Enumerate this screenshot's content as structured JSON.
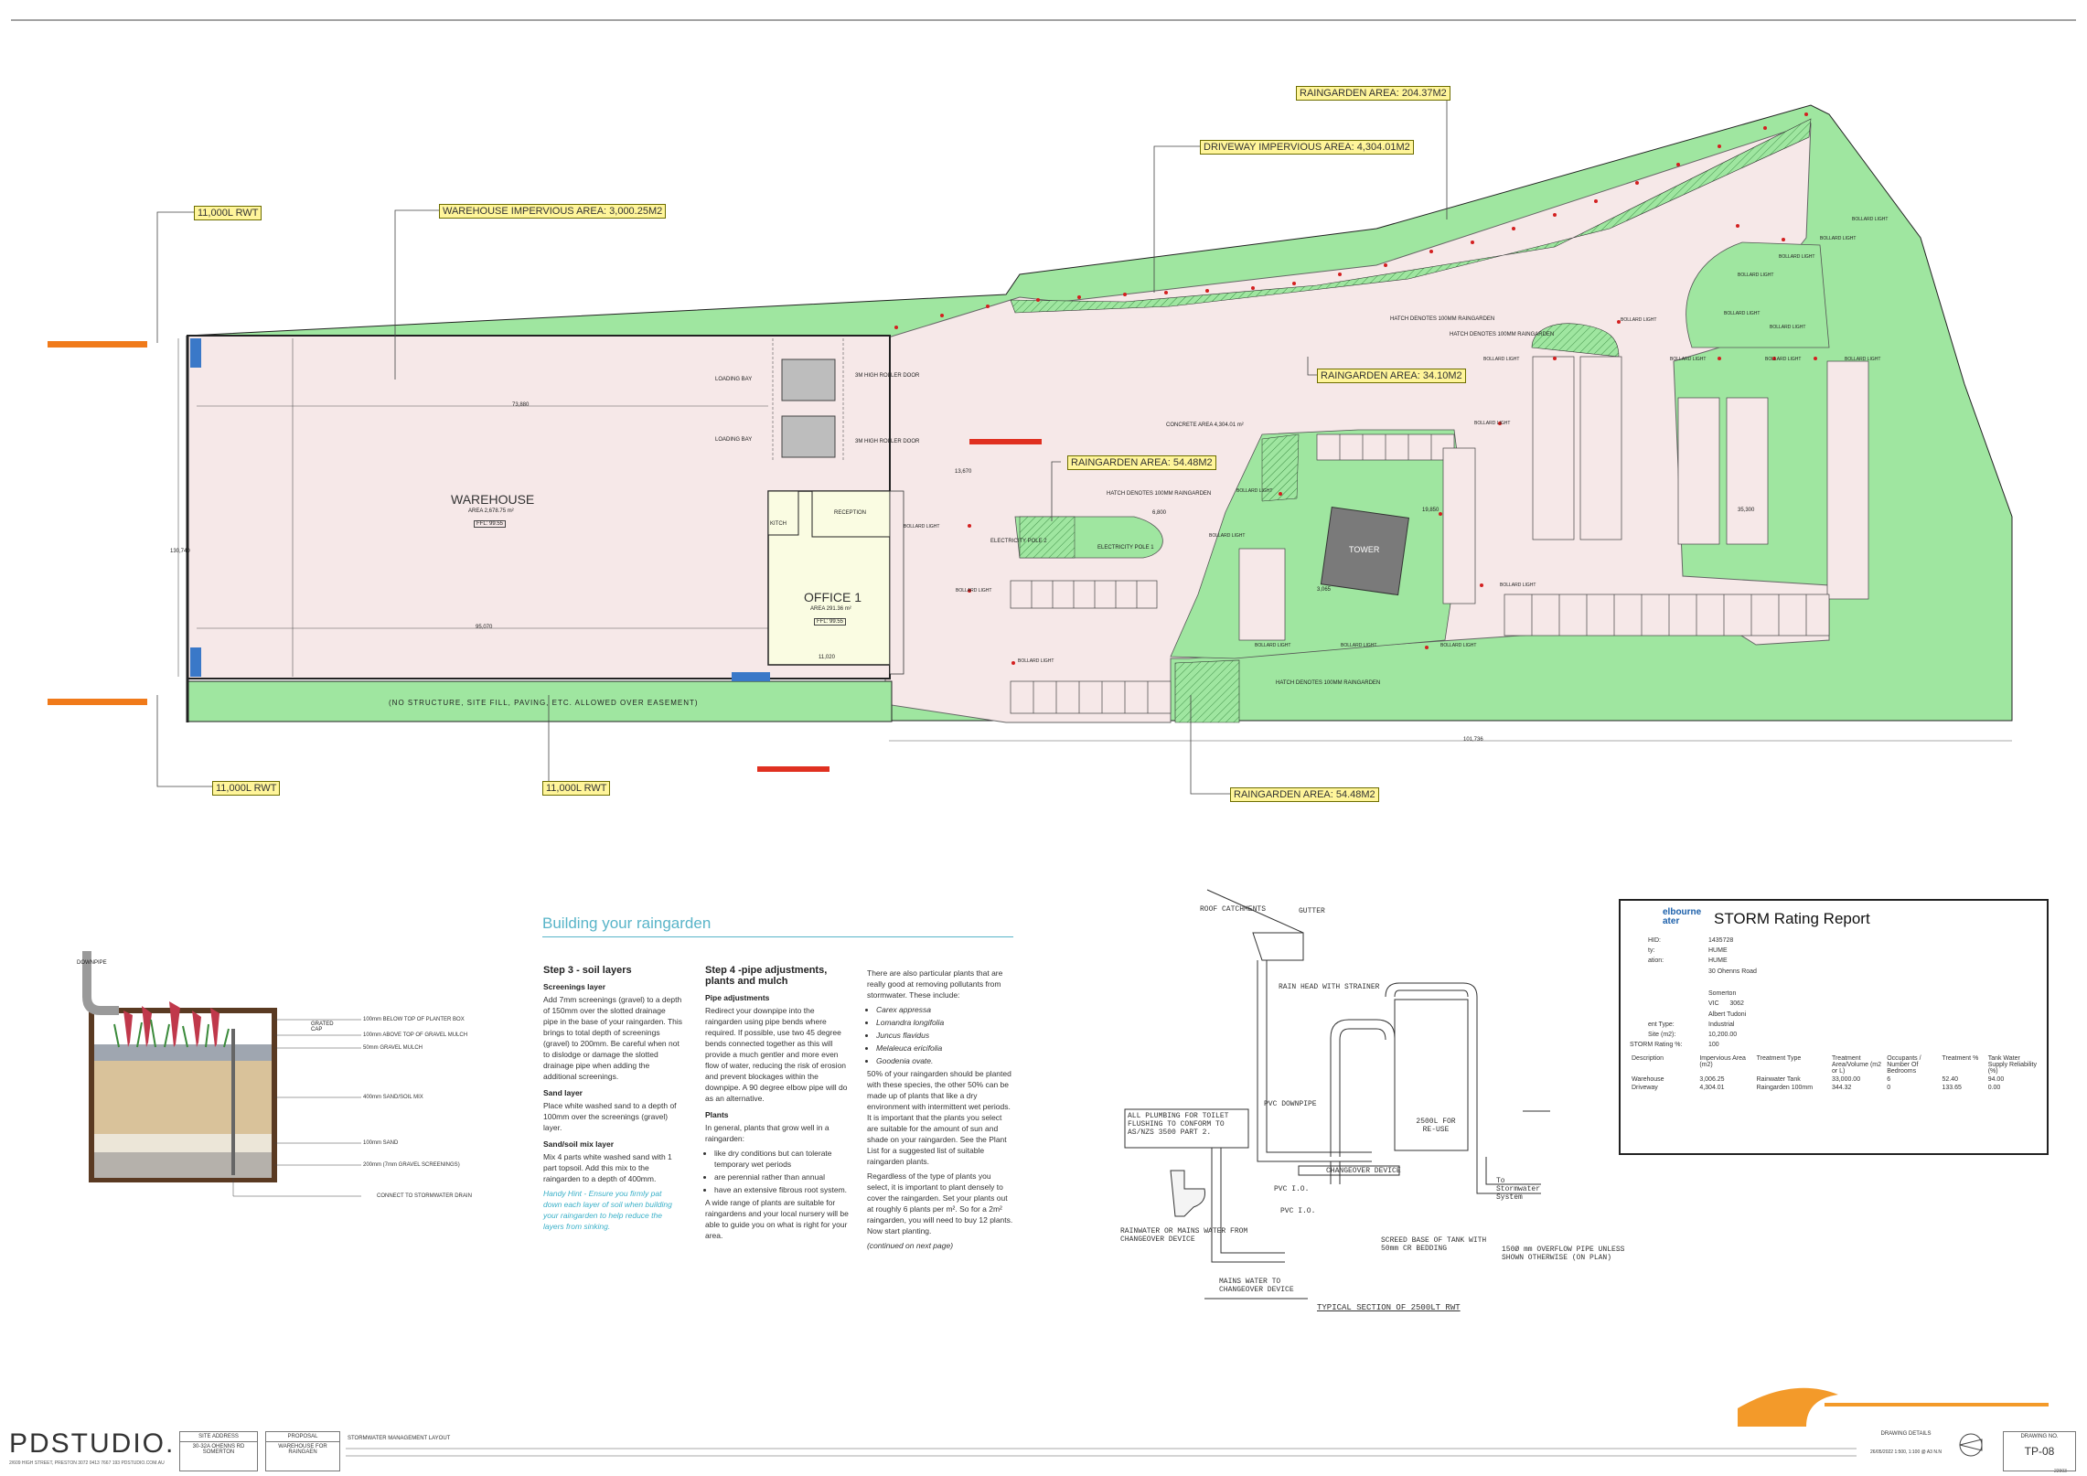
{
  "colors": {
    "green": "#9fe6a0",
    "hatch_green": "#5cc265",
    "pink": "#f6e8e8",
    "yellow_tag": "#fff59a",
    "red_tag": "#e03020",
    "orange_tag": "#f07a1a",
    "office_fill": "#fafce2",
    "blue": "#3a78c8",
    "brand_orange": "#f39a2a",
    "report_blue": "#1b5faa"
  },
  "plan": {
    "callouts": {
      "rwt_top": "11,000L RWT",
      "warehouse_impervious": "WAREHOUSE IMPERVIOUS AREA: 3,000.25M2",
      "driveway_impervious": "DRIVEWAY IMPERVIOUS AREA: 4,304.01M2",
      "raingarden_top": "RAINGARDEN AREA: 204.37M2",
      "raingarden_mid": "RAINGARDEN AREA: 34.10M2",
      "raingarden_center": "RAINGARDEN AREA: 54.48M2",
      "rwt_bottom_left": "11,000L RWT",
      "rwt_bottom_mid": "11,000L RWT",
      "raingarden_bottom": "RAINGARDEN AREA: 54.48M2"
    },
    "warehouse": {
      "title": "WAREHOUSE",
      "area": "AREA 2,678.75 m²",
      "ffl": "FFL: 99.55"
    },
    "office": {
      "title": "OFFICE 1",
      "area": "AREA 291.36 m²",
      "ffl": "FFL: 99.55"
    },
    "tower": "TOWER",
    "reception": "RECEPTION",
    "kitch": "KITCH",
    "easement_note": "(NO STRUCTURE, SITE FILL, PAVING, ETC. ALLOWED OVER EASEMENT)",
    "loading_bay": "LOADING BAY",
    "roller_door": "3M HIGH ROLLER DOOR",
    "electricity_pole_1": "ELECTRICITY POLE 1",
    "electricity_pole_2": "ELECTRICITY POLE 2",
    "hatch_note": "HATCH DENOTES 100MM RAINGARDEN",
    "bollard": "BOLLARD LIGHT",
    "concrete_area": "CONCRETE AREA 4,304.01 m²",
    "dims": {
      "d1": "73,880",
      "d2": "130,740",
      "d3": "95,070",
      "d4": "101,736",
      "d5": "11,020",
      "d6": "13,670",
      "d7": "6,800",
      "d8": "19,850",
      "d9": "35,300",
      "d10": "3,065"
    }
  },
  "raingarden": {
    "heading": "Building your raingarden",
    "step3": {
      "title": "Step 3 - soil layers",
      "screenings_title": "Screenings layer",
      "screenings_text": "Add 7mm screenings (gravel) to a depth of 150mm over the slotted drainage pipe in the base of your raingarden. This brings to total depth of screenings (gravel) to 200mm. Be careful when not to dislodge or damage the slotted drainage pipe when adding the additional screenings.",
      "sand_title": "Sand layer",
      "sand_text": "Place white washed sand to a depth of 100mm over the screenings (gravel) layer.",
      "mix_title": "Sand/soil mix layer",
      "mix_text": "Mix 4 parts white washed sand with 1 part topsoil. Add this mix to the raingarden to a depth of 400mm.",
      "hint": "Handy Hint - Ensure you firmly pat down each layer of soil when building your raingarden to help reduce the layers from sinking."
    },
    "step4": {
      "title": "Step 4 -pipe adjustments, plants and mulch",
      "pipe_title": "Pipe adjustments",
      "pipe_text": "Redirect your downpipe into the raingarden using pipe bends where required. If possible, use two 45 degree bends connected together as this will provide a much gentler and more even flow of water, reducing the risk of erosion and prevent blockages within the downpipe. A 90 degree elbow pipe will do as an alternative.",
      "plants_title": "Plants",
      "plants_text": "In general, plants that grow well in a raingarden:",
      "plants_list": [
        "like dry conditions but can tolerate temporary wet periods",
        "are perennial rather than annual",
        "have an extensive fibrous root system."
      ],
      "plants_text2": "A wide range of plants are suitable for raingardens and your local nursery will be able to guide you on what is right for your area."
    },
    "col3": {
      "intro": "There are also particular plants that are really good at removing pollutants from stormwater. These include:",
      "species": [
        "Carex appressa",
        "Lomandra longifolia",
        "Juncus flavidus",
        "Melaleuca ericifolia",
        "Goodenia ovate."
      ],
      "p2": "50% of your raingarden should be planted with these species, the other 50% can be made up of plants that like a dry environment with intermittent wet periods. It is important that the plants you select are suitable for the amount of sun and shade on your raingarden. See the Plant List for a suggested list of suitable raingarden plants.",
      "p3": "Regardless of the type of plants you select, it is important to plant densely to cover the raingarden. Set your plants out at roughly 6 plants per m². So for a 2m² raingarden, you will need to buy 12 plants. Now start planting.",
      "cont": "(continued on next page)"
    }
  },
  "soil_diagram": {
    "downpipe": "DOWNPIPE",
    "grated_cap": "GRATED CAP",
    "labels": [
      "100mm BELOW TOP OF PLANTER BOX",
      "100mm ABOVE TOP OF GRAVEL MULCH",
      "50mm GRAVEL MULCH",
      "400mm SAND/SOIL MIX",
      "100mm SAND",
      "200mm (7mm GRAVEL SCREENINGS)",
      "CONNECT TO STORMWATER DRAIN"
    ]
  },
  "section": {
    "roof": "ROOF CATCHMENTS",
    "gutter": "GUTTER",
    "rainhead": "RAIN HEAD WITH STRAINER",
    "pvc_down": "PVC DOWNPIPE",
    "plumbing": "ALL PLUMBING FOR TOILET FLUSHING TO CONFORM TO AS/NZS 3500 PART 2.",
    "tank": "2500L FOR RE-USE",
    "changeover": "CHANGEOVER DEVICE",
    "pvc_io_1": "PVC I.O.",
    "pvc_io_2": "PVC I.O.",
    "to_stormwater": "To Stormwater System",
    "rainwater": "RAINWATER OR MAINS WATER FROM CHANGEOVER DEVICE",
    "screed": "SCREED BASE OF TANK WITH 50mm CR BEDDING",
    "overflow": "150Ø mm OVERFLOW PIPE UNLESS SHOWN OTHERWISE (ON PLAN)",
    "mains": "MAINS WATER TO CHANGEOVER DEVICE",
    "caption": "TYPICAL SECTION OF 2500LT RWT"
  },
  "report": {
    "logo": "elbourne\nater",
    "title": "STORM Rating Report",
    "fields": [
      {
        "k": "HID:",
        "v": "1435728"
      },
      {
        "k": "ty:",
        "v": "HUME"
      },
      {
        "k": "ation:",
        "v": "HUME"
      },
      {
        "k": "",
        "v": "30 Ohenns Road"
      },
      {
        "k": "",
        "v": "Somerton"
      },
      {
        "k": "",
        "v": "VIC      3062"
      },
      {
        "k": "",
        "v": "Albert Tudoni"
      },
      {
        "k": "ent Type:",
        "v": "Industrial"
      },
      {
        "k": "Site (m2):",
        "v": "10,200.00"
      },
      {
        "k": "STORM Rating %:",
        "v": "100"
      }
    ],
    "headers": [
      "Description",
      "Impervious Area (m2)",
      "Treatment Type",
      "Treatment Area/Volume (m2 or L)",
      "Occupants / Number Of Bedrooms",
      "Treatment %",
      "Tank Water Supply Reliability (%)"
    ],
    "rows": [
      [
        "Warehouse",
        "3,006.25",
        "Rainwater Tank",
        "33,000.00",
        "6",
        "52.40",
        "94.00"
      ],
      [
        "Driveway",
        "4,304.01",
        "Raingarden 100mm",
        "344.32",
        "0",
        "133.65",
        "0.00"
      ]
    ]
  },
  "titleblock": {
    "brand": "PDSTUDIO.",
    "address": "2/609 HIGH STREET, PRESTON 3072   0413 7667 193   PDSTUDIO.COM.AU",
    "site_address_h": "SITE ADDRESS",
    "site_address": "30-32A OHENNS RD SOMERTON",
    "proposal_h": "PROPOSAL",
    "proposal": "WAREHOUSE FOR RAINGAEN",
    "drawing_title": "STORMWATER MANAGEMENT LAYOUT",
    "details_h": "DRAWING DETAILS",
    "details": "26/05/2022   1:500, 1:100 @ A3   N.N",
    "number_h": "DRAWING NO.",
    "number": "TP-08",
    "rev": "22903"
  }
}
